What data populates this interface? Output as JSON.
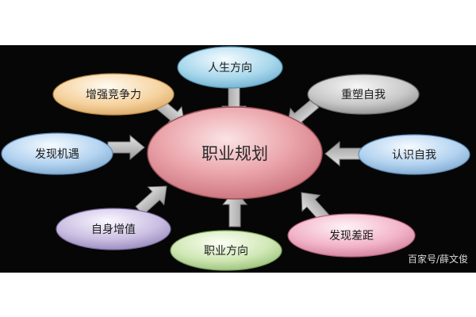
{
  "center": {
    "label": "职业规划"
  },
  "nodes": [
    {
      "id": "life-direction",
      "label": "人生方向"
    },
    {
      "id": "reshape-self",
      "label": "重塑自我"
    },
    {
      "id": "know-self",
      "label": "认识自我"
    },
    {
      "id": "find-gap",
      "label": "发现差距"
    },
    {
      "id": "career-direction",
      "label": "职业方向"
    },
    {
      "id": "self-value",
      "label": "自身增值"
    },
    {
      "id": "find-opportunity",
      "label": "发现机遇"
    },
    {
      "id": "enhance-competitiveness",
      "label": "增强竞争力"
    }
  ],
  "watermark": "百家号/薛文俊",
  "colors": {
    "background": "#060606",
    "center": "#e9a0a6",
    "life-direction": "#a9d8ec",
    "reshape-self": "#c9c9c9",
    "know-self": "#b3d3f0",
    "find-gap": "#f2b4c8",
    "career-direction": "#cfe7b4",
    "self-value": "#cbbfe2",
    "find-opportunity": "#b6d2ee",
    "enhance-competitiveness": "#f6d3a0",
    "arrow": "#b5b5b5"
  }
}
